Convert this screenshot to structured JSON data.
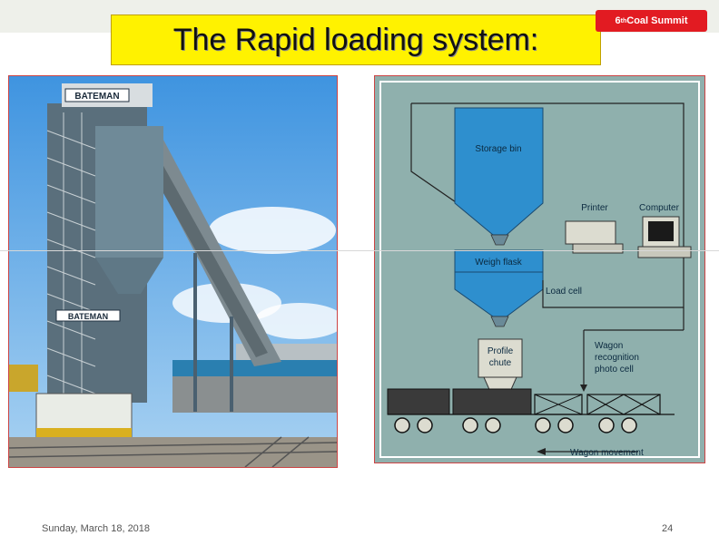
{
  "slide": {
    "title": "The Rapid loading system:",
    "summit_badge": {
      "prefix": "6",
      "superscript": "th",
      "suffix": " Coal Summit"
    },
    "footer_date": "Sunday, March 18, 2018",
    "page_number": "24"
  },
  "photo": {
    "sign_text": "BATEMAN",
    "plate_text": "BATEMAN"
  },
  "diagram": {
    "labels": {
      "storage_bin": "Storage bin",
      "printer": "Printer",
      "computer": "Computer",
      "weigh_flask": "Weigh flask",
      "load_cell": "Load cell",
      "profile_chute_line1": "Profile",
      "profile_chute_line2": "chute",
      "wagon_recognition_line1": "Wagon",
      "wagon_recognition_line2": "recognition",
      "wagon_recognition_line3": "photo cell",
      "wagon_movement": "Wagon movement"
    }
  },
  "colors": {
    "title_bg": "#fff200",
    "badge_bg": "#e21b22",
    "diagram_bg": "#8fb0ad",
    "hopper_blue": "#2e8fce",
    "sky": "#5aa8e6"
  }
}
